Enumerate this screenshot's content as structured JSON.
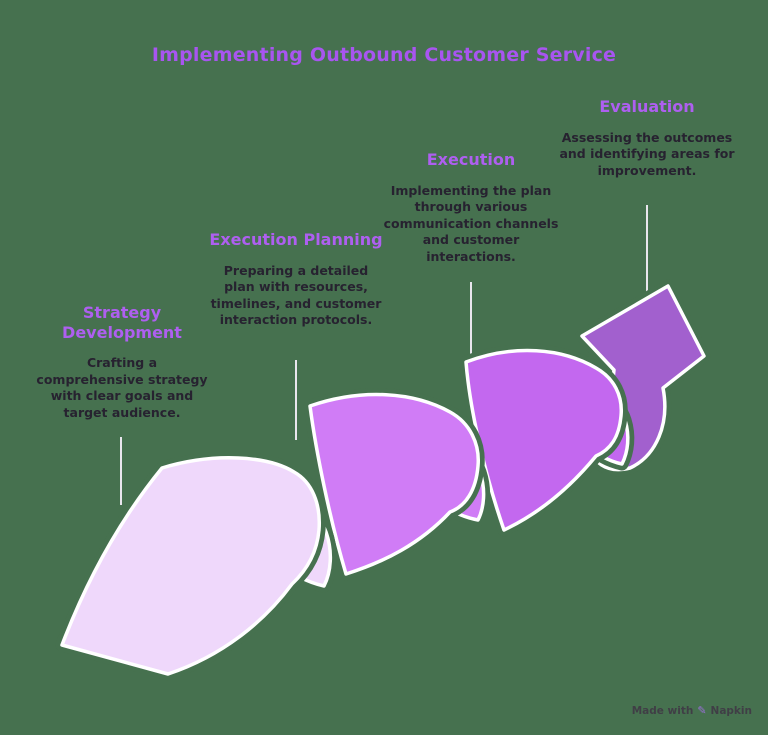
{
  "title": "Implementing Outbound Customer Service",
  "colors": {
    "background": "#46714f",
    "title": "#a855f0",
    "heading": "#ae5ff0",
    "description": "#272230",
    "outline": "#ffffff",
    "connector": "#e9e6ee",
    "watermark_text": "#403e46",
    "watermark_icon": "#9a6fd8"
  },
  "stages": [
    {
      "heading": "Strategy Development",
      "description": "Crafting a comprehensive strategy with clear goals and target audience.",
      "color": "#efd8fb"
    },
    {
      "heading": "Execution Planning",
      "description": "Preparing a detailed plan with resources, timelines, and customer interaction protocols.",
      "color": "#d07cf6"
    },
    {
      "heading": "Execution",
      "description": "Implementing the plan through various communication channels and customer interactions.",
      "color": "#c368ef"
    },
    {
      "heading": "Evaluation",
      "description": "Assessing the outcomes and identifying areas for improvement.",
      "color": "#a260ce"
    }
  ],
  "watermark": {
    "prefix": "Made with",
    "icon_glyph": "✎",
    "brand": "Napkin"
  }
}
